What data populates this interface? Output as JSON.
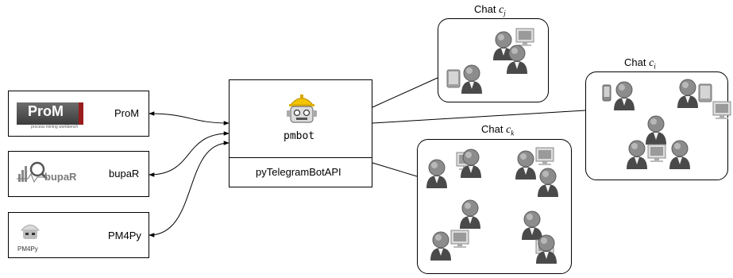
{
  "tools": [
    {
      "id": "prom",
      "name": "ProM",
      "logo_text": "ProM",
      "logo_subtitle": "process mining workbench"
    },
    {
      "id": "bupar",
      "name": "bupaR",
      "logo_text": "bupaR"
    },
    {
      "id": "pm4py",
      "name": "PM4Py",
      "logo_text": "PM4Py"
    }
  ],
  "bot": {
    "name": "pmbot",
    "api": "pyTelegramBotAPI"
  },
  "chats": [
    {
      "id": "cj",
      "prefix": "Chat ",
      "var": "c",
      "sub": "j"
    },
    {
      "id": "ci",
      "prefix": "Chat ",
      "var": "c",
      "sub": "i"
    },
    {
      "id": "ck",
      "prefix": "Chat ",
      "var": "c",
      "sub": "k"
    }
  ]
}
